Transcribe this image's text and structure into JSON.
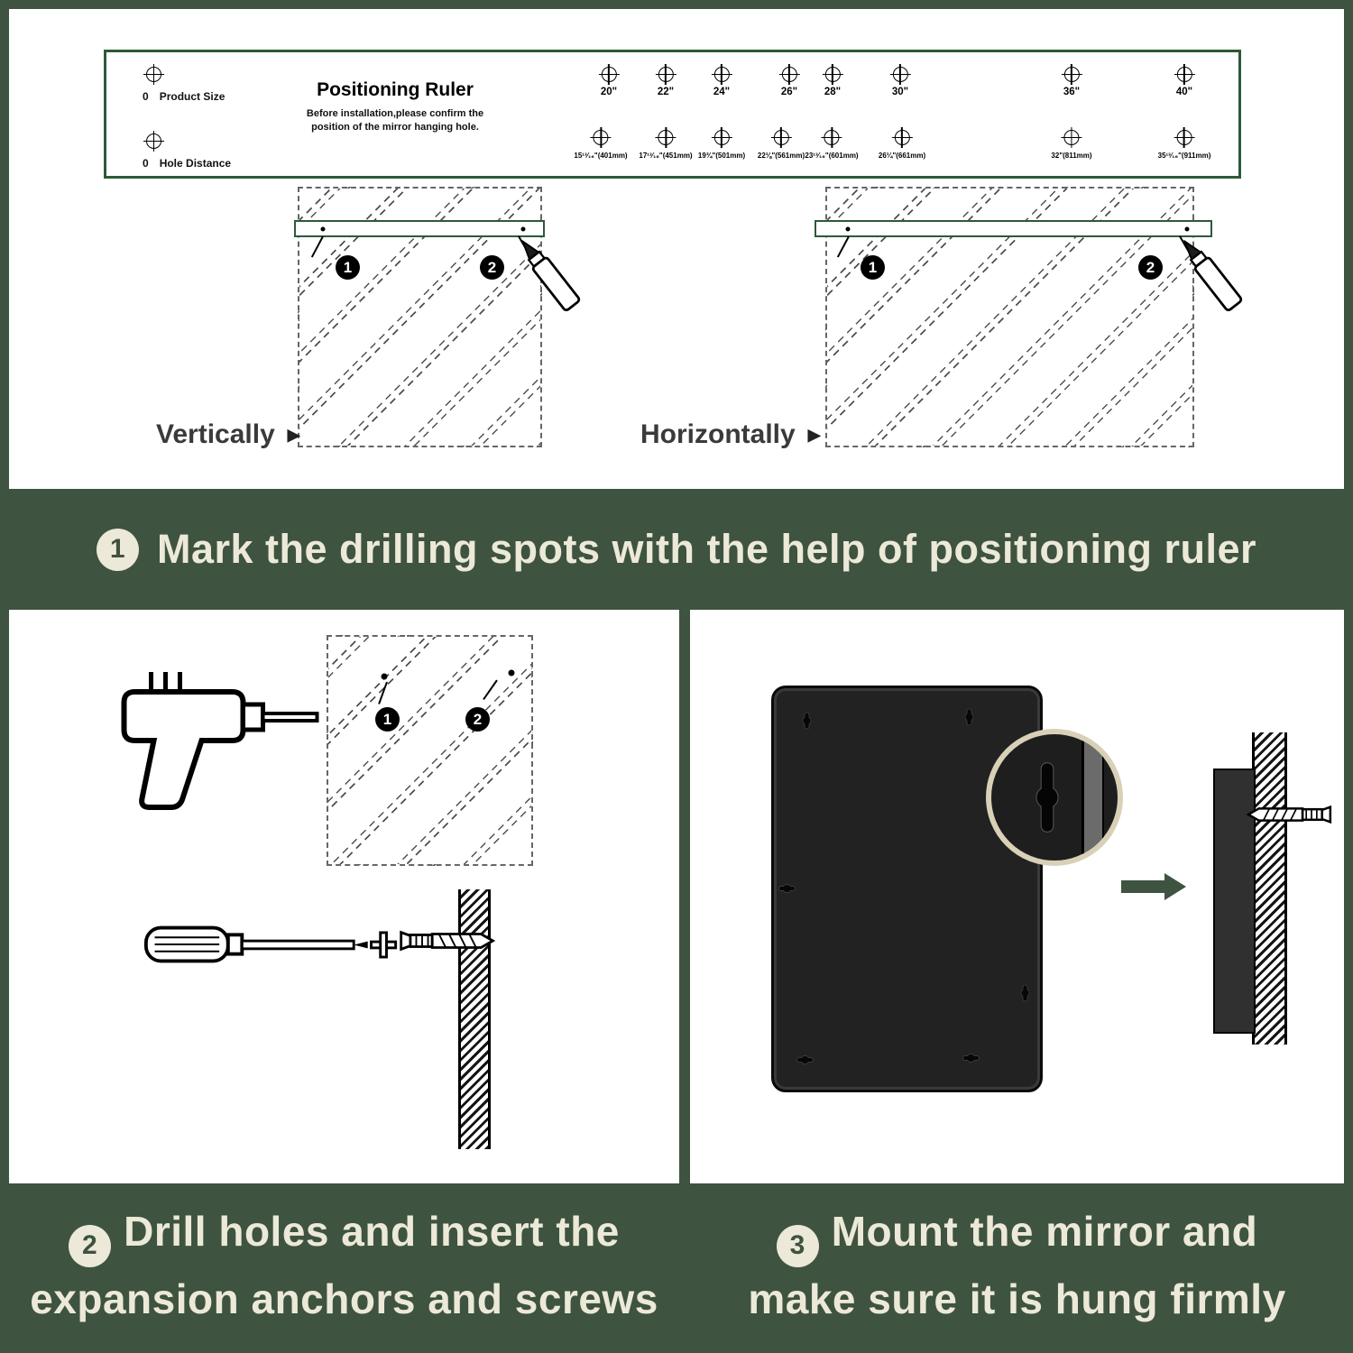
{
  "ruler": {
    "title": "Positioning Ruler",
    "note1": "Before installation,please confirm the",
    "note2": "position of the mirror hanging hole.",
    "zero": "0",
    "product_size": "Product Size",
    "hole_distance": "Hole Distance",
    "sizes": [
      "20\"",
      "22\"",
      "24\"",
      "26\"",
      "28\"",
      "30\"",
      "36\"",
      "40\""
    ],
    "distances": [
      "15¹³⁄₁₆\"(401mm)",
      "17¹³⁄₁₆\"(451mm)",
      "19¾\"(501mm)",
      "22⅛\"(561mm)",
      "23¹³⁄₁₆\"(601mm)",
      "26¼\"(661mm)",
      "32\"(811mm)",
      "35¹³⁄₁₆\"(911mm)"
    ]
  },
  "diagrams": {
    "vertical_label": "Vertically",
    "horizontal_label": "Horizontally",
    "pointer": "▶",
    "marker1": "1",
    "marker2": "2"
  },
  "steps": {
    "one": {
      "num": "1",
      "text": "Mark the drilling spots with the help of positioning ruler"
    },
    "two": {
      "num": "2",
      "line1": "Drill holes and insert the",
      "line2": "expansion anchors and screws"
    },
    "three": {
      "num": "3",
      "line1": "Mount the mirror and",
      "line2": "make sure it is hung firmly"
    }
  },
  "colors": {
    "bg_green": "#3e5340",
    "cream": "#ece9d8",
    "ruler_green": "#2c5a38"
  }
}
